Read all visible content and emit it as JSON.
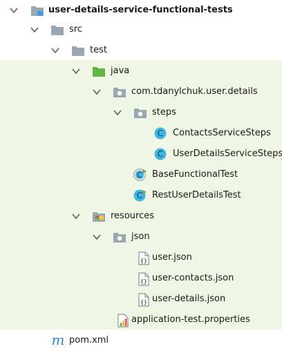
{
  "tree": {
    "root": {
      "label": "user-details-service-functional-tests",
      "icon": "module-folder-icon"
    },
    "src": {
      "label": "src",
      "icon": "folder-icon"
    },
    "test": {
      "label": "test",
      "icon": "folder-icon"
    },
    "java": {
      "label": "java",
      "icon": "test-sources-folder-icon"
    },
    "package": {
      "label": "com.tdanylchuk.user.details",
      "icon": "package-icon"
    },
    "steps": {
      "label": "steps",
      "icon": "package-icon"
    },
    "contacts_steps": {
      "label": "ContactsServiceSteps",
      "icon": "class-icon",
      "glyph": "C"
    },
    "user_details_steps": {
      "label": "UserDetailsServiceSteps",
      "icon": "class-icon",
      "glyph": "C"
    },
    "base_test": {
      "label": "BaseFunctionalTest",
      "icon": "abstract-test-class-icon",
      "glyph": "C"
    },
    "rest_test": {
      "label": "RestUserDetailsTest",
      "icon": "test-class-icon",
      "glyph": "C"
    },
    "resources": {
      "label": "resources",
      "icon": "test-resources-folder-icon"
    },
    "json_folder": {
      "label": "json",
      "icon": "folder-icon"
    },
    "user_json": {
      "label": "user.json",
      "icon": "json-file-icon",
      "glyph": "{}"
    },
    "user_contacts_json": {
      "label": "user-contacts.json",
      "icon": "json-file-icon",
      "glyph": "{}"
    },
    "user_details_json": {
      "label": "user-details.json",
      "icon": "json-file-icon",
      "glyph": "{}"
    },
    "app_props": {
      "label": "application-test.properties",
      "icon": "properties-file-icon"
    },
    "pom": {
      "label": "pom.xml",
      "icon": "maven-icon",
      "glyph": "m"
    }
  },
  "colors": {
    "test_background": "#eef6e4",
    "folder": "#9aa7b0",
    "test_folder": "#62b543",
    "class_circle": "#40b6e0",
    "module_badge": "#3c9ae8",
    "maven": "#2f86c9",
    "chevron": "#6e6e6e"
  }
}
